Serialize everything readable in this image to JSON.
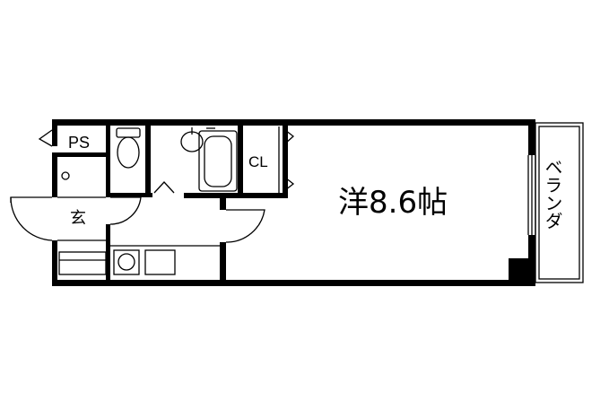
{
  "floorplan": {
    "rooms": {
      "western_room": "洋8.6帖",
      "closet": "CL",
      "pipe_space": "PS",
      "entrance": "玄",
      "balcony": "ベランダ"
    },
    "colors": {
      "wall": "#000000",
      "thin_line": "#000000",
      "background": "#ffffff"
    },
    "icons": [
      "toilet-icon",
      "bathtub-icon",
      "washbasin-icon",
      "kitchen-sink-icon",
      "stove-icon",
      "door-swing-icon",
      "sliding-window-icon",
      "column-icon"
    ]
  }
}
